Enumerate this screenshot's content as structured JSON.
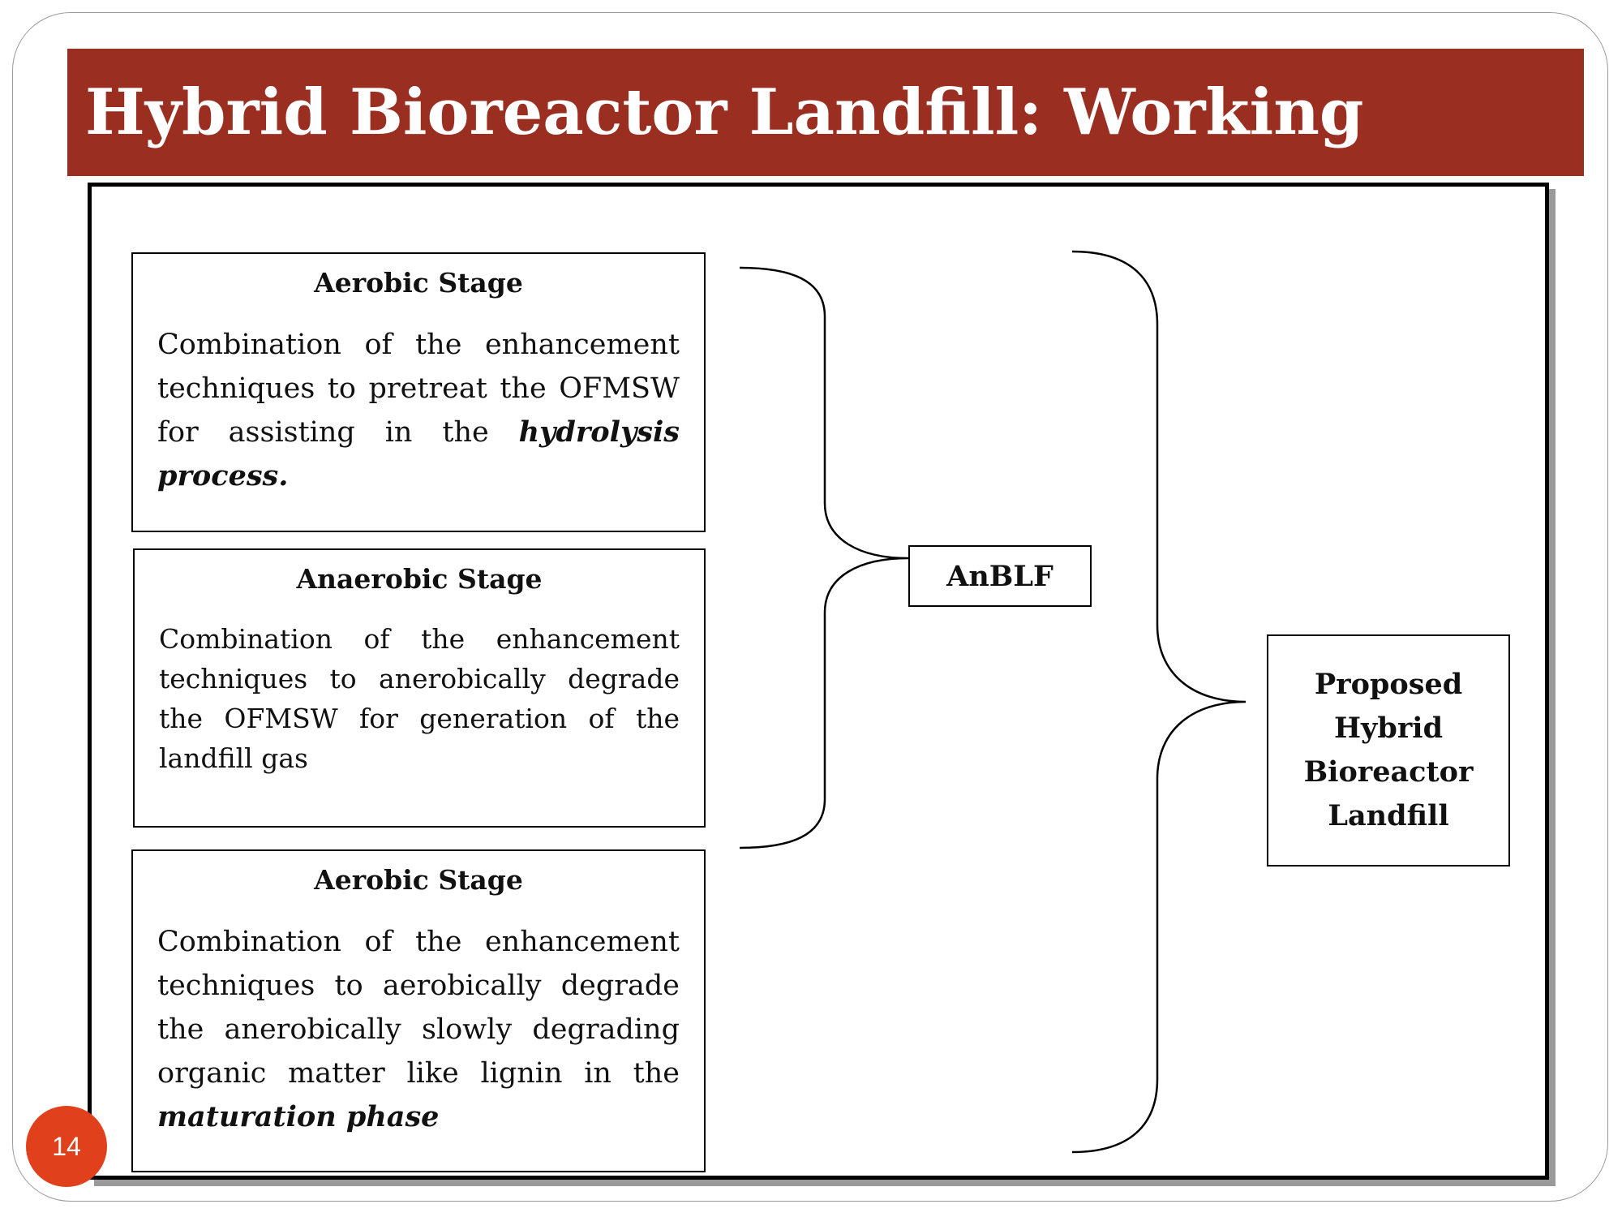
{
  "slide": {
    "title": "Hybrid Bioreactor Landfill: Working",
    "page_number": "14"
  },
  "stages": [
    {
      "heading": "Aerobic Stage",
      "text_before": "Combination of the enhancement techniques to pretreat the OFMSW for assisting in the ",
      "text_emphasis": "hydrolysis process.",
      "text_after": ""
    },
    {
      "heading": "Anaerobic Stage",
      "text_before": "Combination of the enhancement techniques to anerobically degrade the OFMSW for generation of the landfill gas",
      "text_emphasis": "",
      "text_after": ""
    },
    {
      "heading": "Aerobic Stage",
      "text_before": "Combination of the enhancement techniques to aerobically degrade the anerobically slowly degrading organic matter like lignin in the ",
      "text_emphasis": "maturation phase",
      "text_after": ""
    }
  ],
  "intermediate": {
    "label": "AnBLF"
  },
  "result": {
    "label": "Proposed Hybrid Bioreactor Landfill"
  },
  "colors": {
    "title_band": "#9a2e20",
    "badge": "#e0401c"
  }
}
